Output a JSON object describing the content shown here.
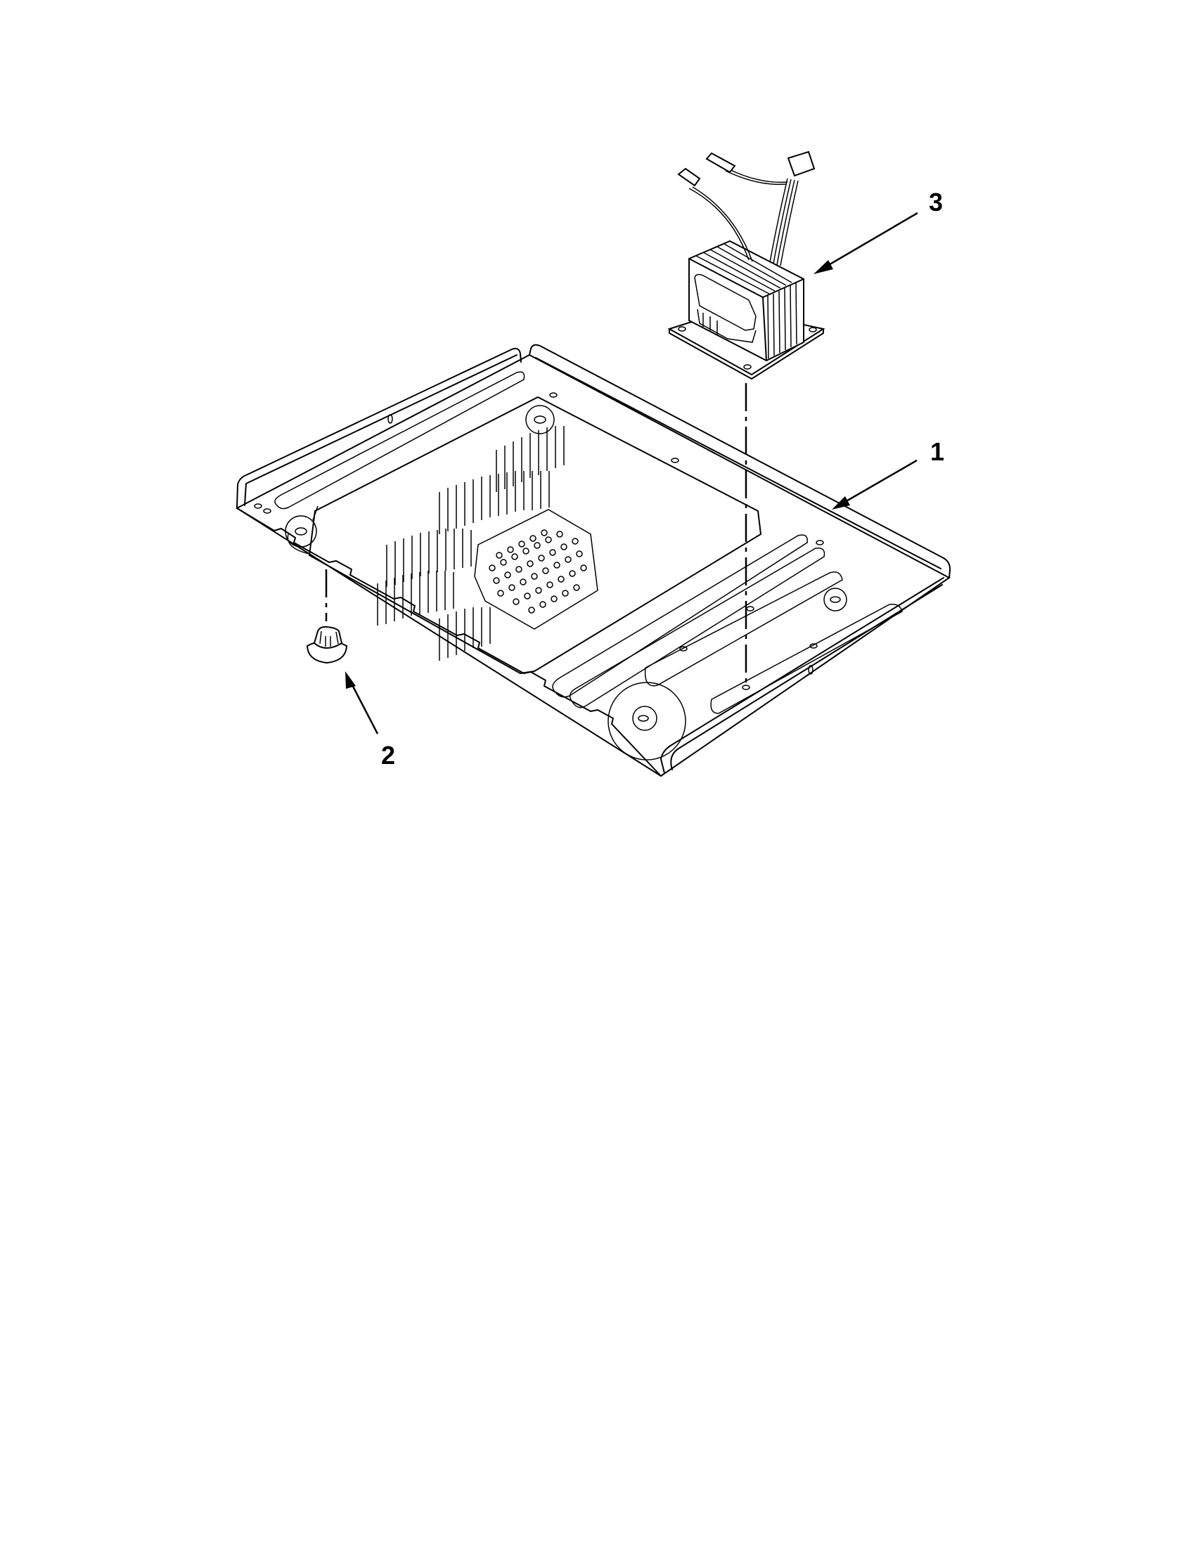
{
  "diagram": {
    "type": "exploded-parts-view",
    "callouts": [
      {
        "number": "1",
        "part": "base-tray"
      },
      {
        "number": "2",
        "part": "foot"
      },
      {
        "number": "3",
        "part": "transformer"
      }
    ],
    "colors": {
      "line": "#000000",
      "background": "#ffffff"
    }
  }
}
